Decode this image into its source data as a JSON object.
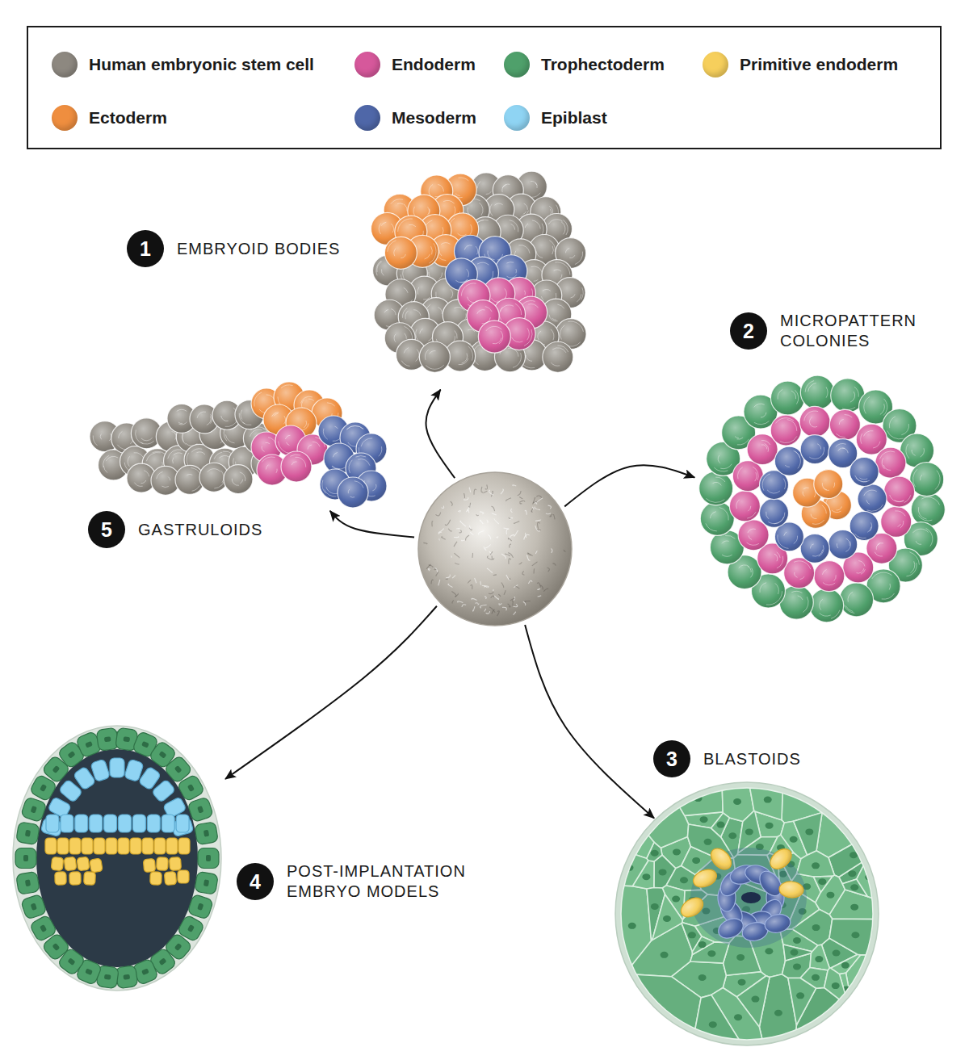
{
  "diagram": {
    "nodes": [
      {
        "text": [
          "1",
          "EMBRYOID BODIES"
        ]
      },
      {
        "text": [
          "2",
          "MICROPATTERN COLONIES"
        ]
      },
      {
        "text": [
          "5",
          "GASTRULOIDS"
        ]
      },
      {
        "text": []
      },
      {
        "text": [
          "4",
          "POST-IMPLANTATION EMBRYO MODELS"
        ]
      },
      {
        "text": [
          "3",
          "BLASTOIDS"
        ]
      }
    ],
    "edges": [
      {
        "from": 3,
        "to": 0,
        "arrow": "to"
      },
      {
        "from": 3,
        "to": 1,
        "arrow": "to"
      },
      {
        "from": 3,
        "to": 2,
        "arrow": "to"
      },
      {
        "from": 3,
        "to": 4,
        "arrow": "to"
      },
      {
        "from": 3,
        "to": 5,
        "arrow": "to"
      }
    ],
    "legend": [
      {
        "text": "Human embryonic stem cell",
        "color": "#8d8880"
      },
      {
        "text": "Endoderm",
        "color": "#d6589b"
      },
      {
        "text": "Trophectoderm",
        "color": "#4fa06b"
      },
      {
        "text": "Primitive endoderm",
        "color": "#f6cf5c"
      },
      {
        "text": "Ectoderm",
        "color": "#ef8e3f"
      },
      {
        "text": "Mesoderm",
        "color": "#4f67a8"
      },
      {
        "text": "Epiblast",
        "color": "#8fd4f3"
      }
    ]
  }
}
